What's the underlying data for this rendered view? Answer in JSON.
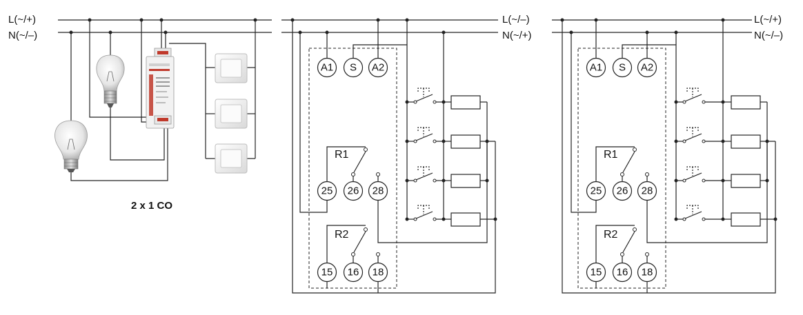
{
  "left_panel": {
    "bus_top_label": "L(~/+)",
    "bus_bottom_label": "N(~/–)",
    "caption": "2 x 1 CO"
  },
  "middle_diagram": {
    "bus_top_label": "L(~/–)",
    "bus_bottom_label": "N(~/+)",
    "terminals": {
      "a1": "A1",
      "s": "S",
      "a2": "A2",
      "t25": "25",
      "t26": "26",
      "t28": "28",
      "t15": "15",
      "t16": "16",
      "t18": "18"
    },
    "relay1": "R1",
    "relay2": "R2"
  },
  "right_diagram": {
    "bus_top_label": "L(~/+)",
    "bus_bottom_label": "N(~/–)",
    "terminals": {
      "a1": "A1",
      "s": "S",
      "a2": "A2",
      "t25": "25",
      "t26": "26",
      "t28": "28",
      "t15": "15",
      "t16": "16",
      "t18": "18"
    },
    "relay1": "R1",
    "relay2": "R2"
  },
  "icons": [
    "light-bulb-icon",
    "relay-module-icon",
    "wall-switch-icon",
    "push-button-icon",
    "load-resistor-icon"
  ],
  "colors": {
    "line": "#222222",
    "relay_accent": "#c0392b"
  }
}
